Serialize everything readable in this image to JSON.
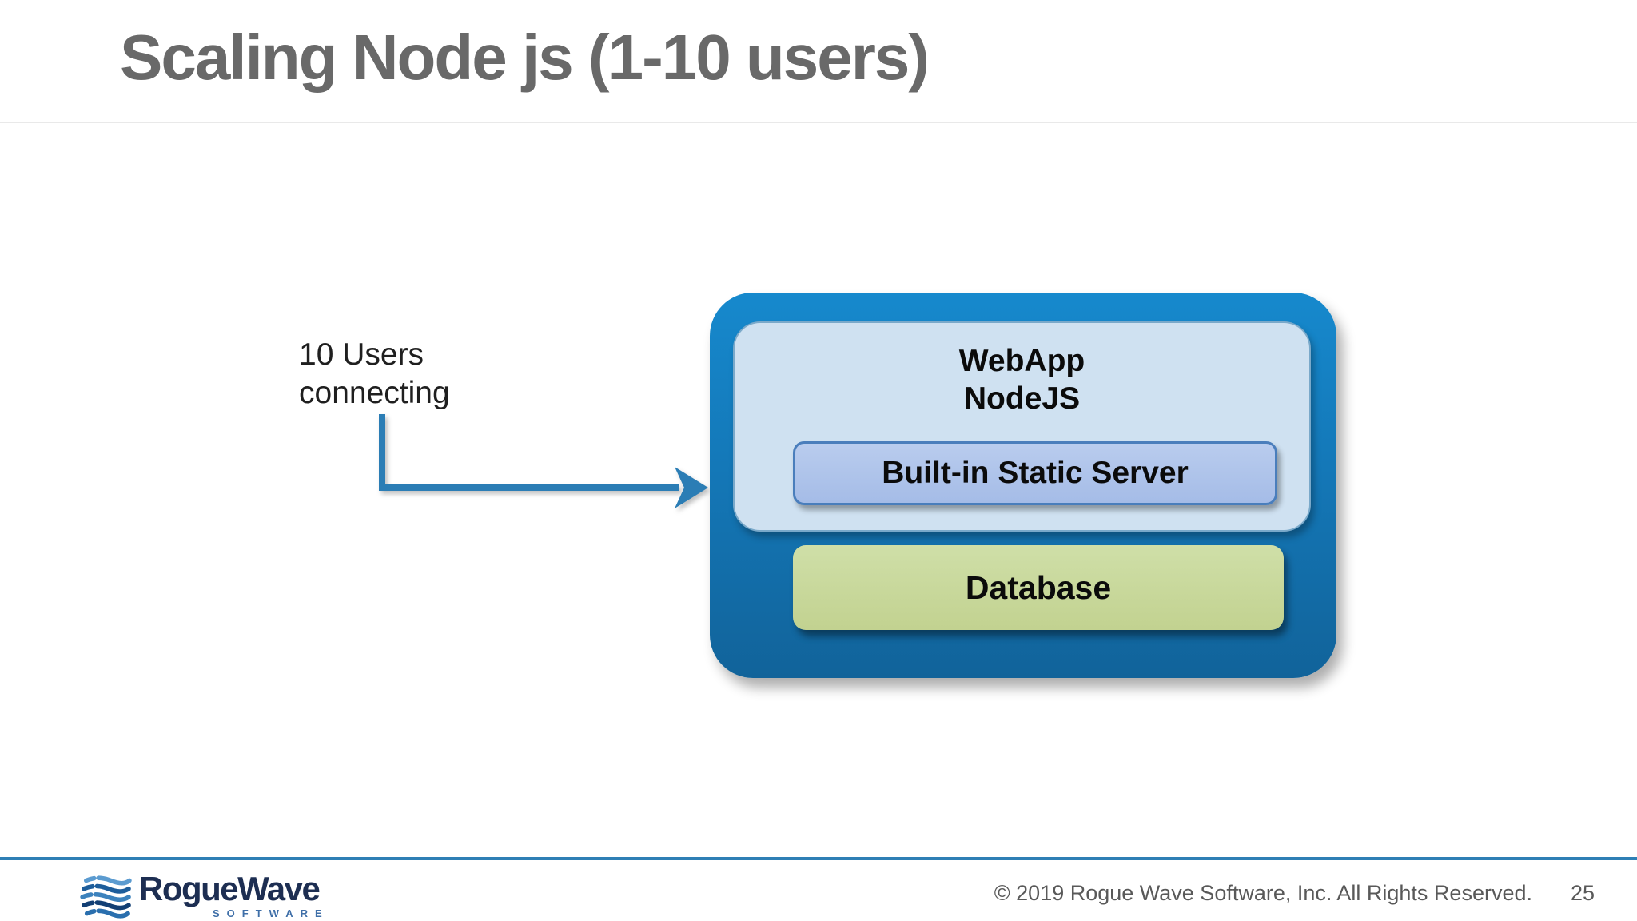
{
  "title": "Scaling Node js (1-10 users)",
  "annotation": {
    "line1": "10 Users",
    "line2": "connecting"
  },
  "diagram": {
    "server_box": {
      "webapp": {
        "line1": "WebApp",
        "line2": "NodeJS",
        "builtin_server": "Built-in Static Server"
      },
      "database": "Database"
    }
  },
  "footer": {
    "brand": "RogueWave",
    "brand_sub": "SOFTWARE",
    "copyright": "© 2019 Rogue Wave Software, Inc. All Rights Reserved.",
    "page_number": "25"
  },
  "colors": {
    "accent_blue": "#2e7fb5",
    "arrow_blue": "#2b7db5",
    "outer_box_top": "#1689cd",
    "outer_box_bottom": "#11639a",
    "webapp_panel": "#cfe1f1",
    "builtin_fill": "#aec4ea",
    "builtin_border": "#4a7ebc",
    "database_green": "#c8d89b",
    "title_gray": "#696969",
    "footer_gray": "#595959",
    "logo_navy": "#1d2e52",
    "logo_blue": "#3f6fa8"
  }
}
